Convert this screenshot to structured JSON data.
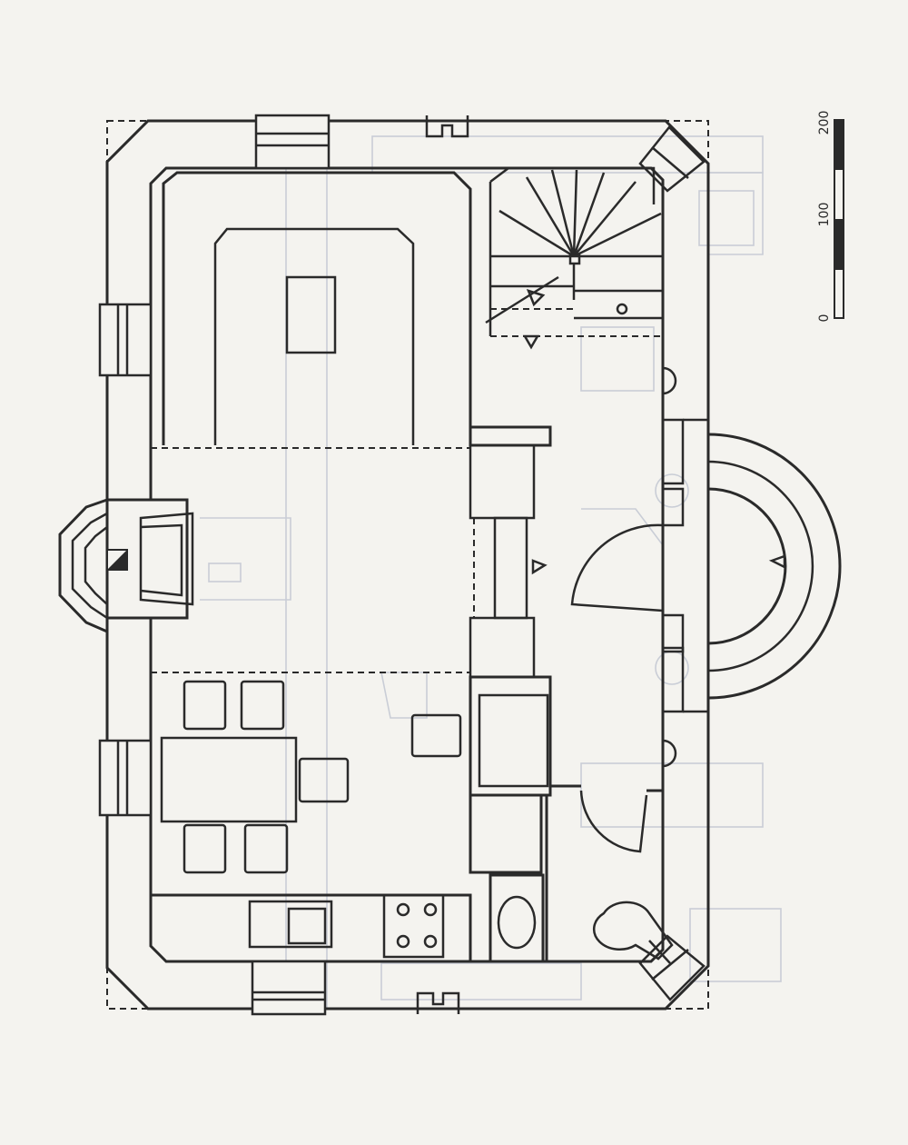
{
  "scale_bar": {
    "labels": [
      "0",
      "100",
      "200"
    ]
  },
  "colors": {
    "paper": "#f4f3ef",
    "ink": "#2a2a2a",
    "faded_underlay": "#c9cdd6"
  }
}
